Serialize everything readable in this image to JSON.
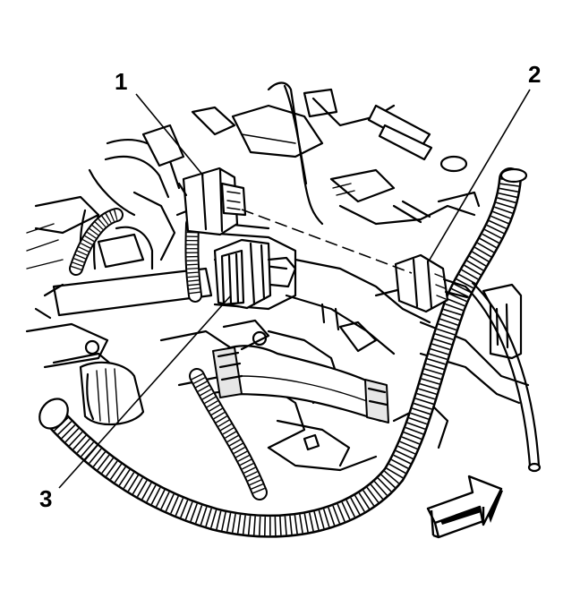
{
  "callouts": [
    {
      "label": "1"
    },
    {
      "label": "2"
    },
    {
      "label": "3"
    }
  ],
  "icons": {
    "view_arrow": "view-direction-arrow-icon"
  }
}
